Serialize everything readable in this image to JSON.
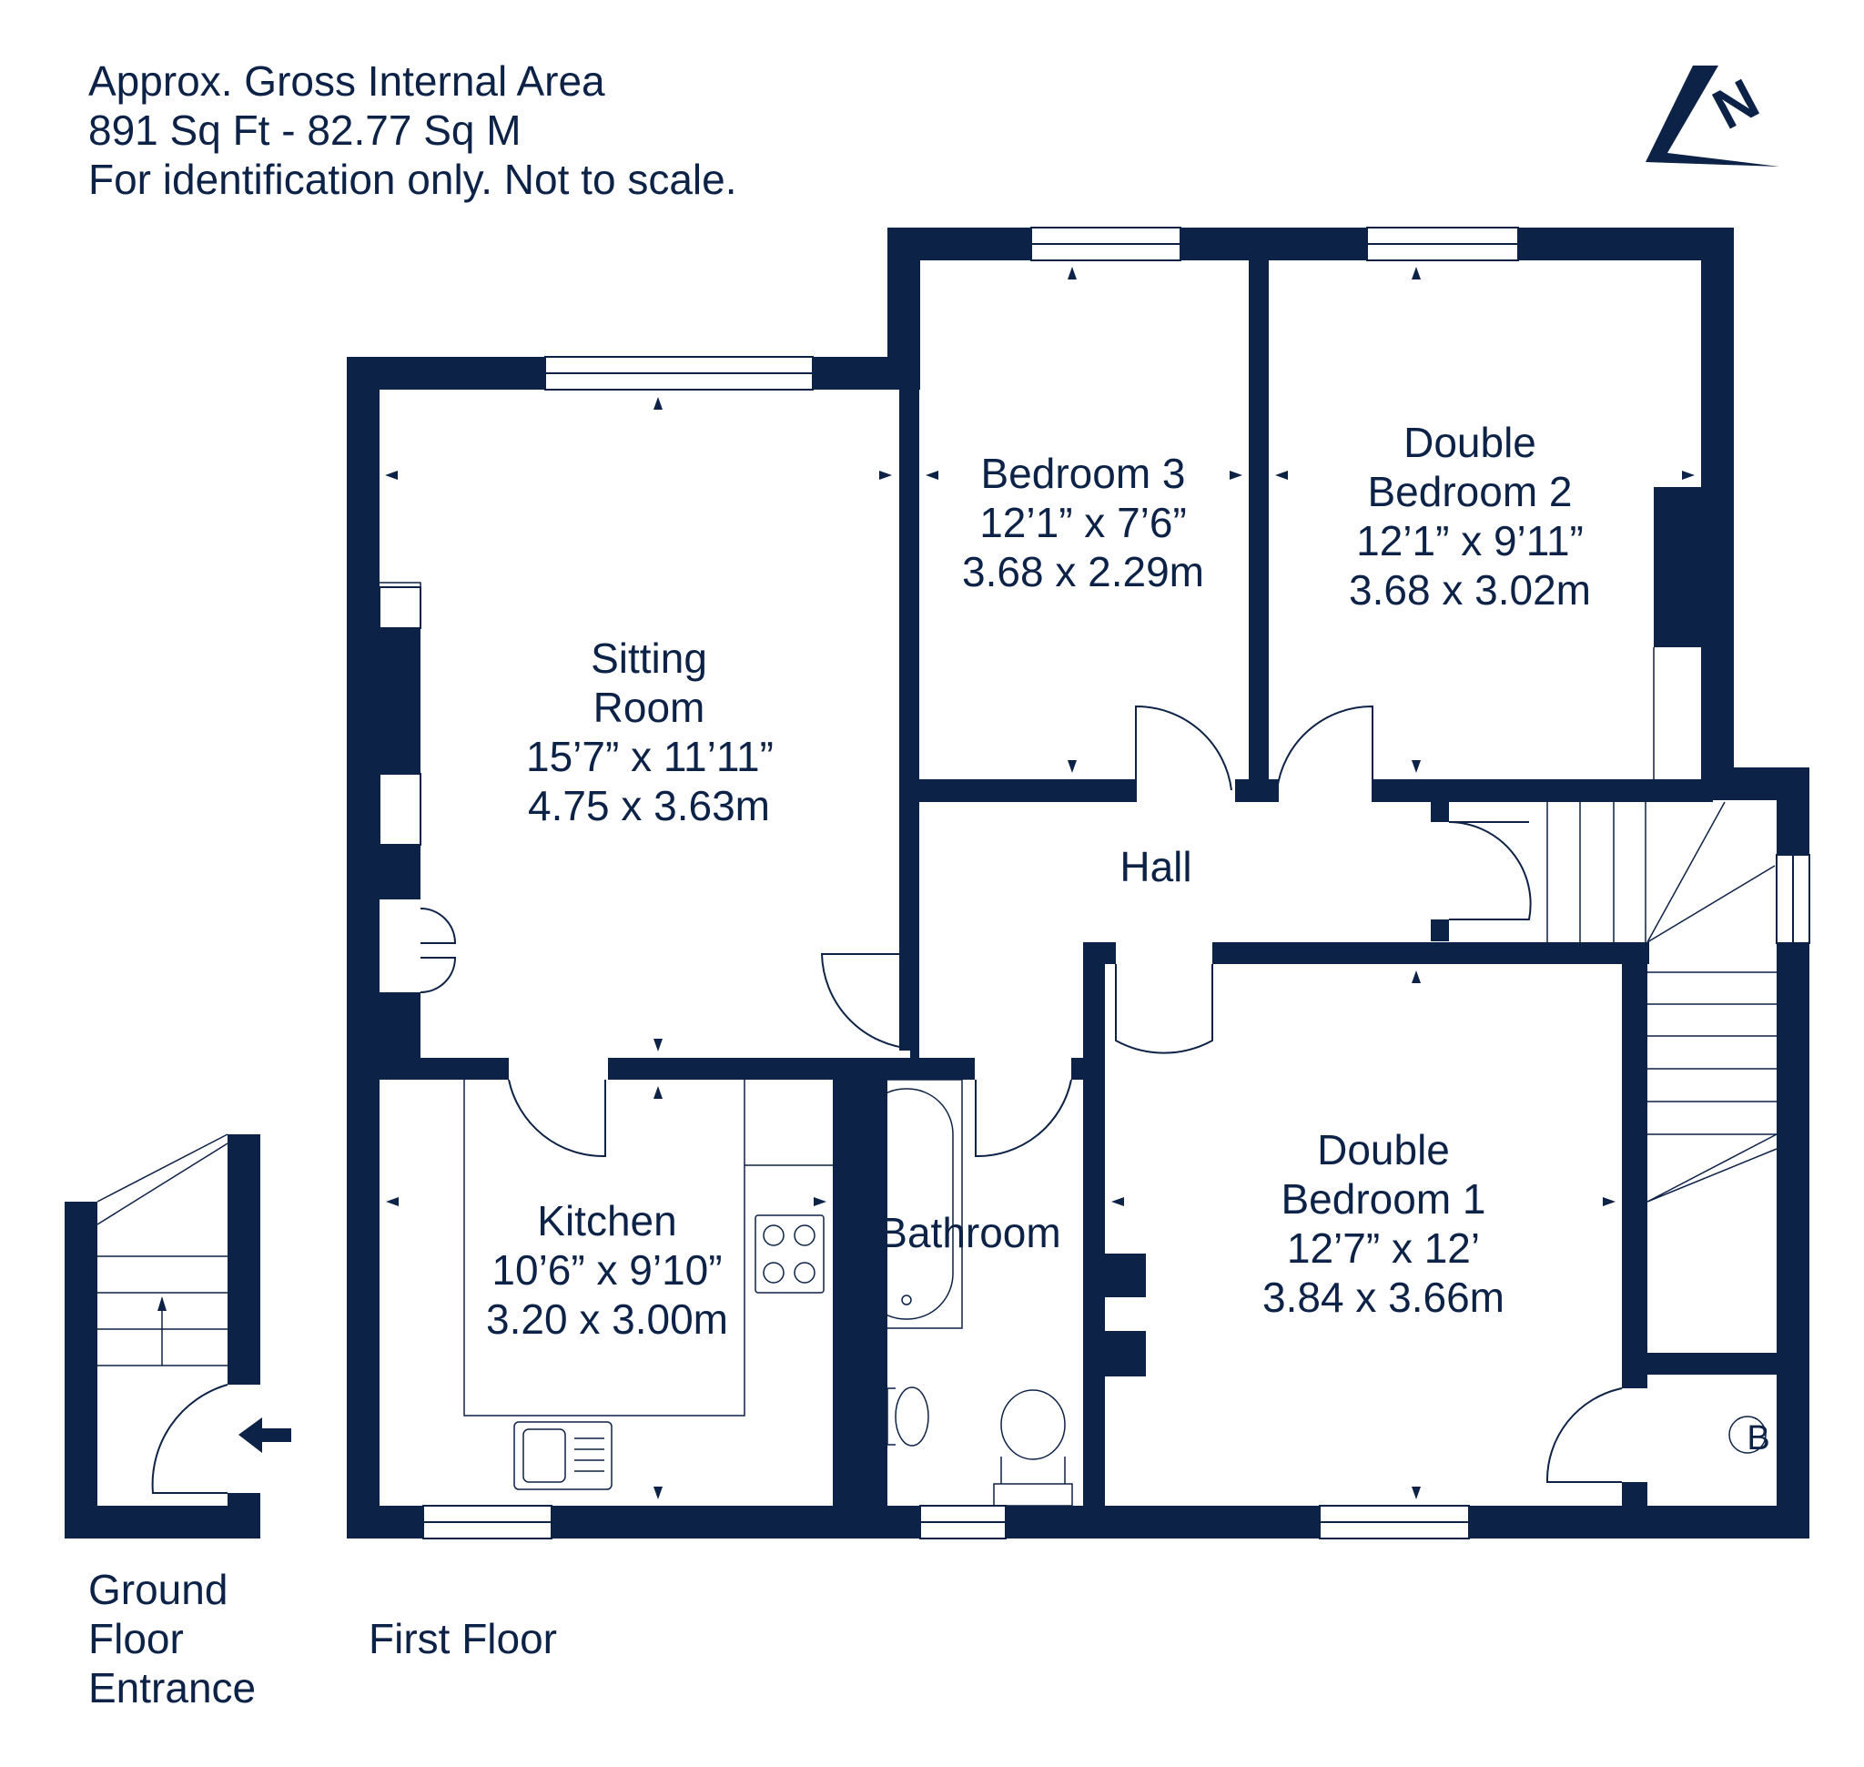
{
  "header": {
    "line1": "Approx. Gross Internal Area",
    "line2": "891 Sq Ft  -  82.77 Sq M",
    "line3": "For identification only. Not to scale."
  },
  "compass_letter": "N",
  "rooms": {
    "sitting": {
      "name1": "Sitting",
      "name2": "Room",
      "imperial": "15’7” x 11’11”",
      "metric": "4.75 x 3.63m"
    },
    "bedroom3": {
      "name1": "Bedroom 3",
      "imperial": "12’1” x 7’6”",
      "metric": "3.68 x 2.29m"
    },
    "bedroom2": {
      "name1": "Double",
      "name2": "Bedroom 2",
      "imperial": "12’1” x 9’11”",
      "metric": "3.68 x 3.02m"
    },
    "hall": {
      "name1": "Hall"
    },
    "kitchen": {
      "name1": "Kitchen",
      "imperial": "10’6” x 9’10”",
      "metric": "3.20 x 3.00m"
    },
    "bathroom": {
      "name1": "Bathroom"
    },
    "bedroom1": {
      "name1": "Double",
      "name2": "Bedroom 1",
      "imperial": "12’7” x 12’",
      "metric": "3.84 x 3.66m"
    }
  },
  "boiler_label": "B",
  "floors": {
    "ground1": "Ground",
    "ground2": "Floor",
    "ground3": "Entrance",
    "first": "First Floor"
  },
  "colors": {
    "wall": "#0d2247",
    "background": "#ffffff"
  }
}
